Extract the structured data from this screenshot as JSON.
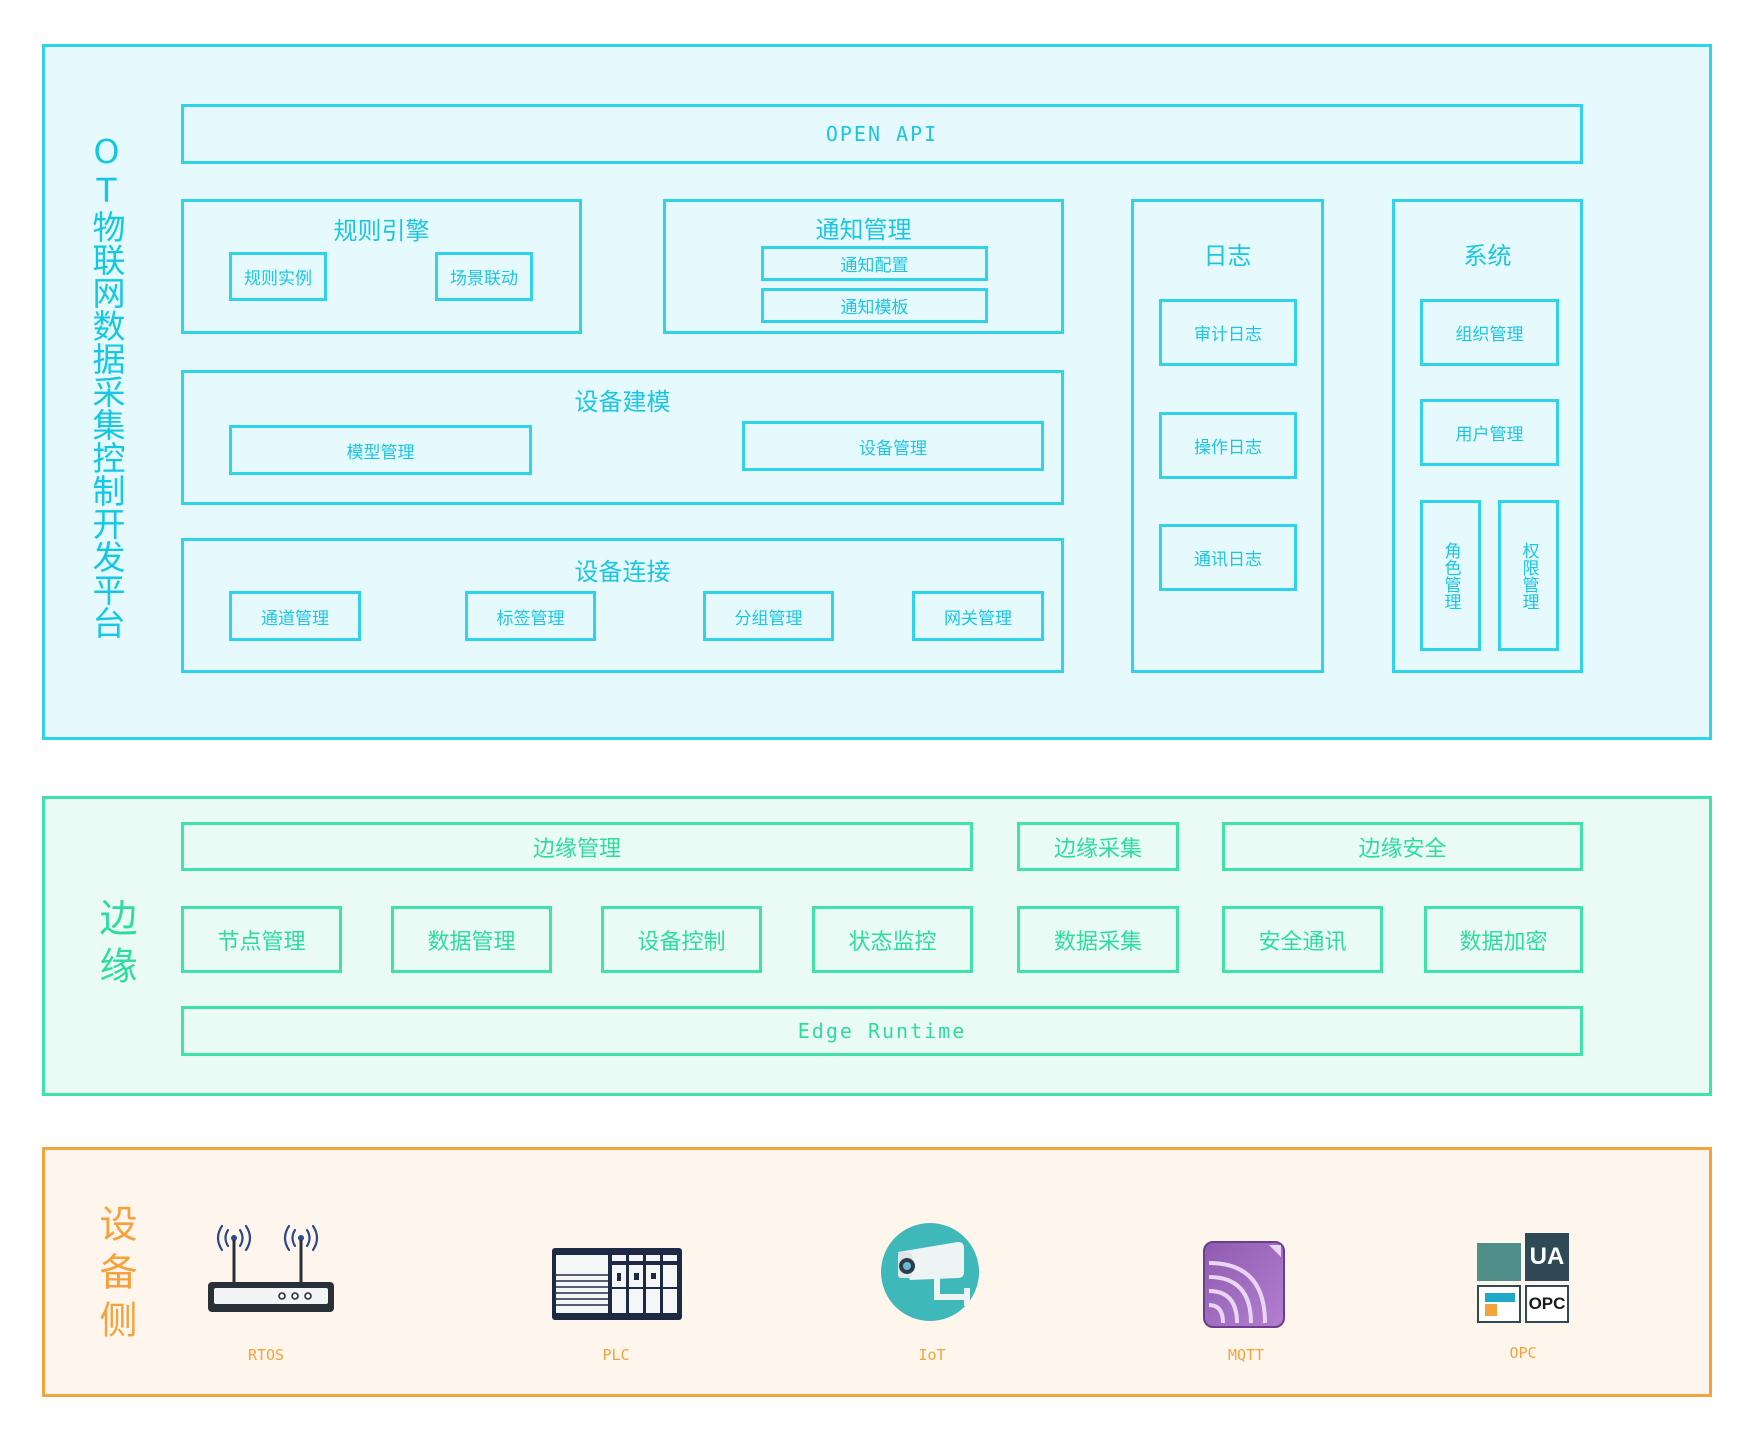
{
  "ot": {
    "title": "OT物联网数据采集控制开发平台",
    "open_api": "OPEN API",
    "rule_engine": {
      "title": "规则引擎",
      "items": [
        "规则实例",
        "场景联动"
      ]
    },
    "notification": {
      "title": "通知管理",
      "items": [
        "通知配置",
        "通知模板"
      ]
    },
    "device_modeling": {
      "title": "设备建模",
      "items": [
        "模型管理",
        "设备管理"
      ]
    },
    "device_connection": {
      "title": "设备连接",
      "items": [
        "通道管理",
        "标签管理",
        "分组管理",
        "网关管理"
      ]
    },
    "log": {
      "title": "日志",
      "items": [
        "审计日志",
        "操作日志",
        "通讯日志"
      ]
    },
    "system": {
      "title": "系统",
      "items": [
        "组织管理",
        "用户管理",
        "角色管理",
        "权限管理"
      ]
    }
  },
  "edge": {
    "title": "边缘",
    "top": [
      "边缘管理",
      "边缘采集",
      "边缘安全"
    ],
    "modules": [
      "节点管理",
      "数据管理",
      "设备控制",
      "状态监控",
      "数据采集",
      "安全通讯",
      "数据加密"
    ],
    "runtime": "Edge Runtime"
  },
  "device": {
    "title": "设备侧",
    "items": [
      {
        "label": "RTOS",
        "icon": "router-icon"
      },
      {
        "label": "PLC",
        "icon": "plc-icon"
      },
      {
        "label": "IoT",
        "icon": "camera-icon"
      },
      {
        "label": "MQTT",
        "icon": "mqtt-icon"
      },
      {
        "label": "OPC",
        "icon": "opc-ua-icon"
      }
    ],
    "opc_logo_text": [
      "UA",
      "OPC"
    ]
  },
  "colors": {
    "ot": "#2fd4ea",
    "edge": "#3fe3aa",
    "device": "#f5a23c"
  }
}
